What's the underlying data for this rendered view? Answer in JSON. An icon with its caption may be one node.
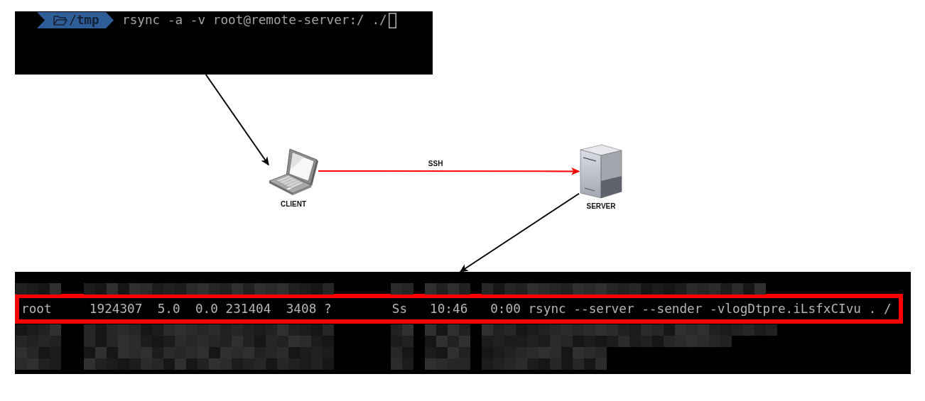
{
  "diagram": {
    "nodes": [
      {
        "text": [
          "/tmp",
          "rsync -a -v root@remote-server:/ ./"
        ]
      },
      {
        "text": [
          "CLIENT"
        ]
      },
      {
        "text": [
          "SERVER"
        ]
      },
      {
        "text": [],
        "shape": "box"
      },
      {
        "text": [
          "root     1924307  5.0  0.0 231404  3408 ?        Ss   10:46   0:00 rsync --server --sender -vlogDtpre.iLsfxCIvu . /"
        ],
        "in": 3
      }
    ],
    "edges": [
      {
        "from": 0,
        "to": 1,
        "arrow": "to"
      },
      {
        "from": 1,
        "to": 2,
        "arrow": "to",
        "label": "SSH",
        "color": "#ff0000"
      },
      {
        "from": 2,
        "to": 3,
        "arrow": "to"
      }
    ]
  }
}
